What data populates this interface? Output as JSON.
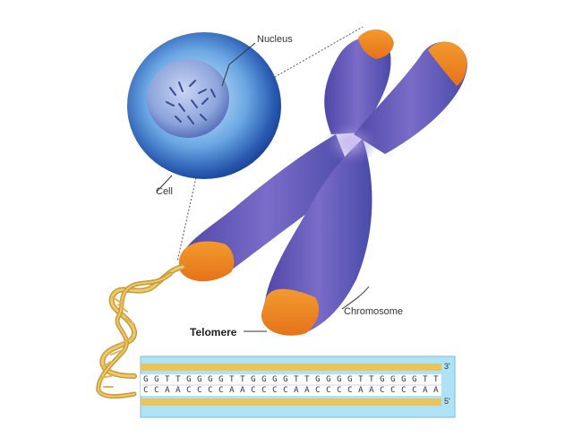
{
  "labels": {
    "nucleus": "Nucleus",
    "cell": "Cell",
    "chromosome": "Chromosome",
    "telomere": "Telomere"
  },
  "sequence": {
    "top_strand": "GGTTGGGGTTGGGGTTGGGGTTGGGGTT",
    "bottom_strand": "CCAACCCCAACCCCAACCCCAACCCCAA",
    "top_end": "3'",
    "bottom_end": "5'"
  },
  "colors": {
    "chromosome": "#6a56b4",
    "telomere": "#f58a1f",
    "cell": "#2b63b8",
    "dna": "#e8b64c",
    "sequence_panel": "#aee3f7"
  }
}
